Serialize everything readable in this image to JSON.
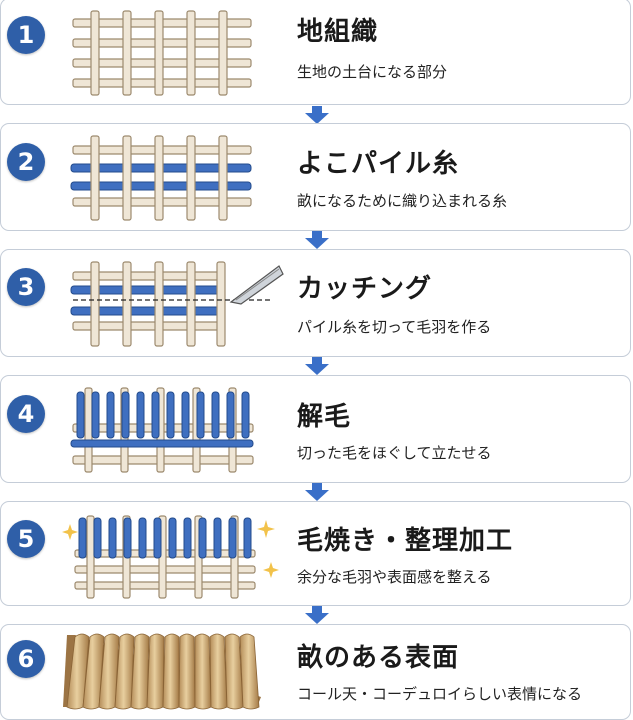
{
  "steps": [
    {
      "num": "1",
      "title": "地組織",
      "desc": "生地の土台になる部分"
    },
    {
      "num": "2",
      "title": "よこパイル糸",
      "desc": "畝になるために織り込まれる糸"
    },
    {
      "num": "3",
      "title": "カッチング",
      "desc": "パイル糸を切って毛羽を作る"
    },
    {
      "num": "4",
      "title": "解毛",
      "desc": "切った毛をほぐして立たせる"
    },
    {
      "num": "5",
      "title": "毛焼き・整理加工",
      "desc": "余分な毛羽や表面感を整える"
    },
    {
      "num": "6",
      "title": "畝のある表面",
      "desc": "コール天・コーデュロイらしい表情になる"
    }
  ],
  "colors": {
    "badge": "#2f5fa8",
    "pile": "#3f6fc0",
    "ground": "#efe6d6",
    "arrow": "#3a6fc8",
    "border": "#c5cdd8"
  }
}
